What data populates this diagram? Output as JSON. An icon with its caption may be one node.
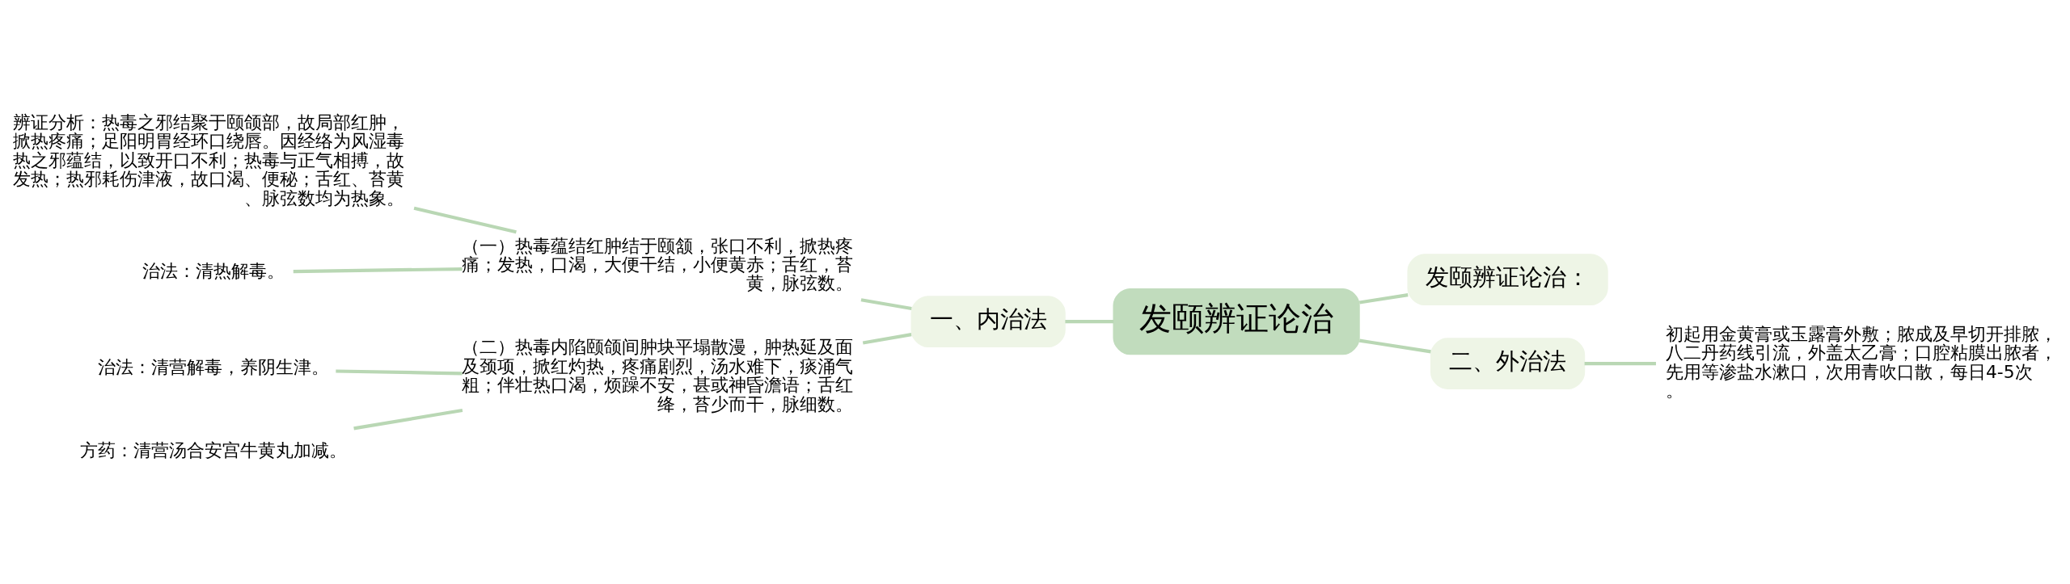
{
  "diagram": {
    "nodes": [
      {
        "text": [
          "发颐辨证论治"
        ]
      },
      {
        "text": [
          "一、内治法"
        ]
      },
      {
        "text": [
          "（一）热毒蕴结红肿结于颐颔，张口不利，掀热疼痛；发热，口渴，大便干结，小便黄赤；舌红，苔黄，脉弦数。"
        ]
      },
      {
        "text": [
          "辨证分析：热毒之邪结聚于颐颌部，故局部红肿，掀热疼痛；足阳明胃经环口绕唇。因经络为风湿毒热之邪蕴结，以致开口不利；热毒与正气相搏，故发热；热邪耗伤津液，故口渴、便秘；舌红、苔黄、脉弦数均为热象。"
        ]
      },
      {
        "text": [
          "治法：清热解毒。"
        ]
      },
      {
        "text": [
          "（二）热毒内陷颐颌间肿块平塌散漫，肿热延及面及颈项，掀红灼热，疼痛剧烈，汤水难下，痰涌气粗；伴壮热口渴，烦躁不安，甚或神昏澹语；舌红绛，苔少而干，脉细数。"
        ]
      },
      {
        "text": [
          "治法：清营解毒，养阴生津。"
        ]
      },
      {
        "text": [
          "方药：清营汤合安宫牛黄丸加减。"
        ]
      },
      {
        "text": [
          "发颐辨证论治："
        ]
      },
      {
        "text": [
          "二、外治法"
        ]
      },
      {
        "text": [
          "初起用金黄膏或玉露膏外敷；脓成及早切开排脓，八二丹药线引流，外盖太乙膏；口腔粘膜出脓者，先用等渗盐水漱口，次用青吹口散，每日4-5次。"
        ]
      }
    ],
    "edges": [
      {
        "from": 0,
        "to": 1,
        "arrow": "none"
      },
      {
        "from": 1,
        "to": 2,
        "arrow": "none"
      },
      {
        "from": 2,
        "to": 3,
        "arrow": "none"
      },
      {
        "from": 2,
        "to": 4,
        "arrow": "none"
      },
      {
        "from": 1,
        "to": 5,
        "arrow": "none"
      },
      {
        "from": 5,
        "to": 6,
        "arrow": "none"
      },
      {
        "from": 5,
        "to": 7,
        "arrow": "none"
      },
      {
        "from": 0,
        "to": 8,
        "arrow": "none"
      },
      {
        "from": 0,
        "to": 9,
        "arrow": "none"
      },
      {
        "from": 9,
        "to": 10,
        "arrow": "none"
      }
    ]
  }
}
